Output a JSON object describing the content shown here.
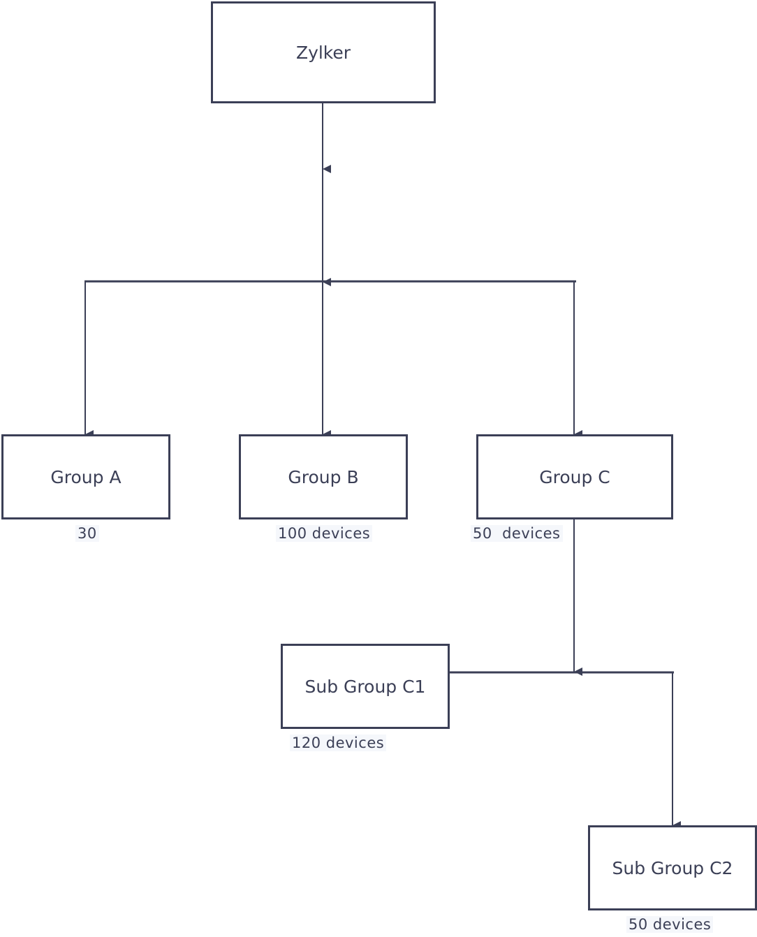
{
  "colors": {
    "stroke": "#3b3f56",
    "label_background": "#f5f7fb"
  },
  "nodes": {
    "zylker": {
      "label": "Zylker"
    },
    "group_a": {
      "label": "Group A",
      "count": "30"
    },
    "group_b": {
      "label": "Group B",
      "count": "100 devices"
    },
    "group_c": {
      "label": "Group C",
      "count": "50  devices"
    },
    "sub_group_c1": {
      "label": "Sub Group C1",
      "count": "120 devices"
    },
    "sub_group_c2": {
      "label": "Sub Group C2",
      "count": "50 devices"
    }
  }
}
